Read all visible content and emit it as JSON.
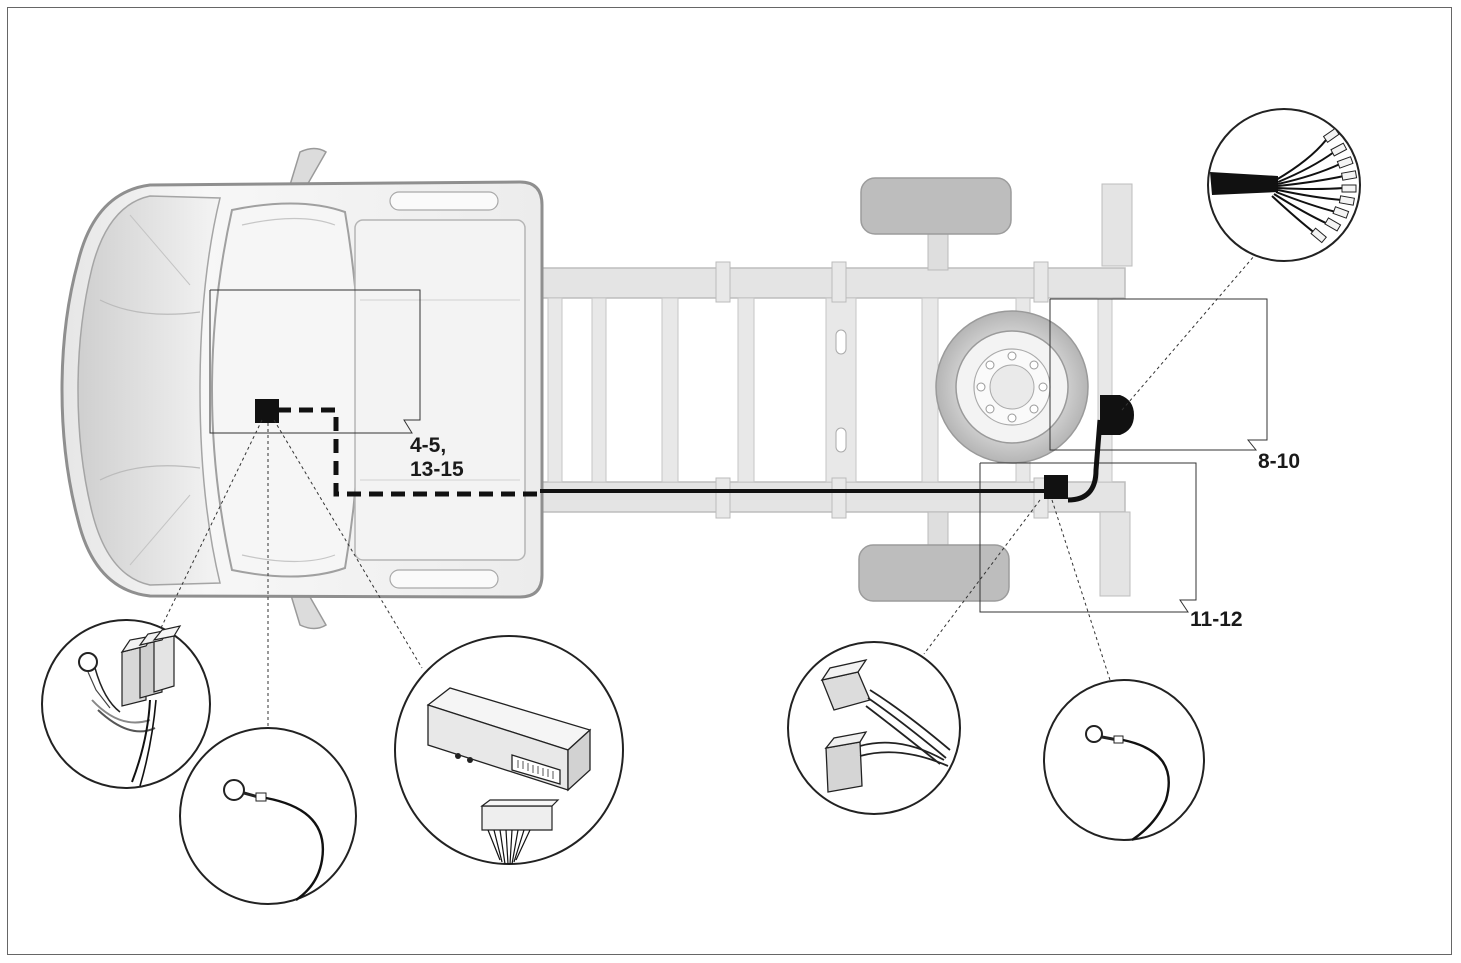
{
  "labels": {
    "front": [
      "4-5,",
      "13-15"
    ],
    "rear_socket": "8-10",
    "rear_lights": "11-12"
  },
  "colors": {
    "body_light": "#f2f2f2",
    "body_mid": "#d9d9d9",
    "body_dark": "#9a9a9a",
    "chassis": "#e4e4e4",
    "wheel": "#bdbdbd",
    "wire": "#111111"
  },
  "icons": {
    "front_components": [
      "ground-terminal-relay-icon",
      "ring-terminal-icon",
      "control-module-icon"
    ],
    "rear_components": [
      "plug-connector-icon",
      "ring-terminal-icon",
      "wire-bundle-icon"
    ]
  }
}
